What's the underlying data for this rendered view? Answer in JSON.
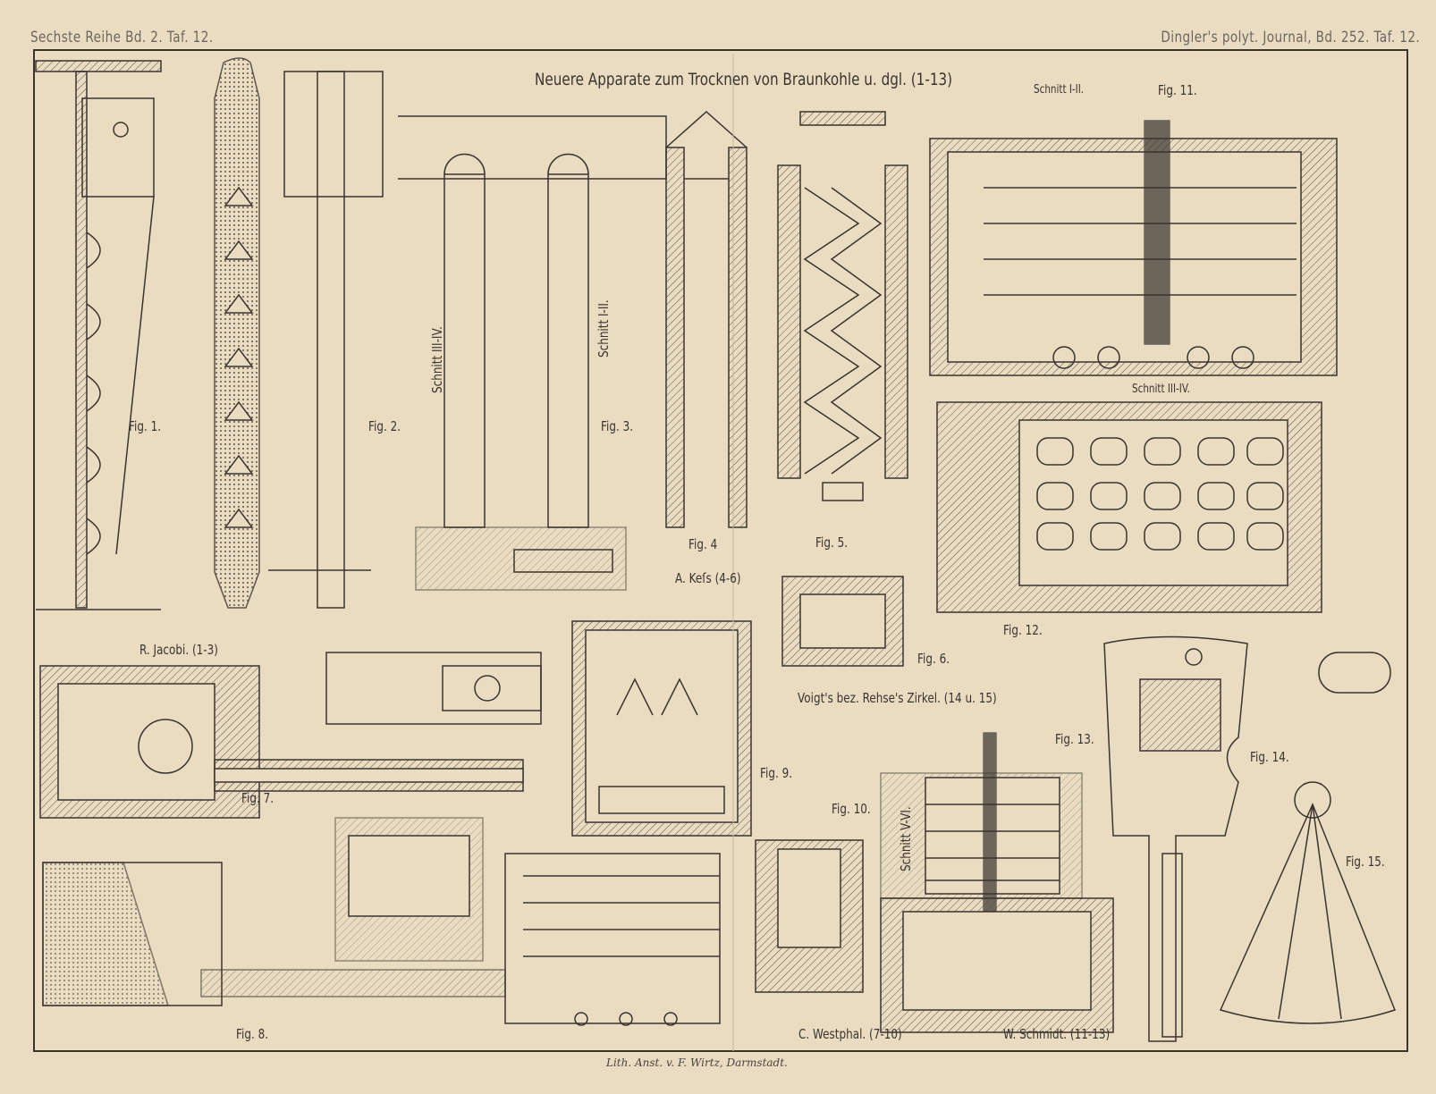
{
  "header": {
    "left": "Sechste Reihe Bd. 2. Taf. 12.",
    "right": "Dingler's polyt. Journal, Bd. 252. Taf. 12."
  },
  "title": "Neuere Apparate zum Trocknen von Braunkohle u. dgl. (1-13)",
  "figures": {
    "fig1": "Fig. 1.",
    "fig2": "Fig. 2.",
    "fig3": "Fig. 3.",
    "fig4": "Fig. 4",
    "fig5": "Fig. 5.",
    "fig6": "Fig. 6.",
    "fig7": "Fig. 7.",
    "fig8": "Fig. 8.",
    "fig9": "Fig. 9.",
    "fig10": "Fig. 10.",
    "fig11": "Fig. 11.",
    "fig12": "Fig. 12.",
    "fig13": "Fig. 13.",
    "fig14": "Fig. 14.",
    "fig15": "Fig. 15."
  },
  "sections": {
    "s34": "Schnitt III-IV.",
    "s12": "Schnitt I-II.",
    "s12b": "Schnitt I-II.",
    "s34b": "Schnitt III-IV.",
    "s56": "Schnitt V-VI."
  },
  "authors": {
    "jacobi": "R. Jacobi. (1-3)",
    "kess": "A. Keſs (4-6)",
    "voigt": "Voigt's bez. Rehse's Zirkel. (14 u. 15)",
    "westphal": "C. Westphal. (7-10)",
    "schmidt": "W. Schmidt. (11-13)"
  },
  "footer": "Lith. Anst. v. F. Wirtz, Darmstadt."
}
